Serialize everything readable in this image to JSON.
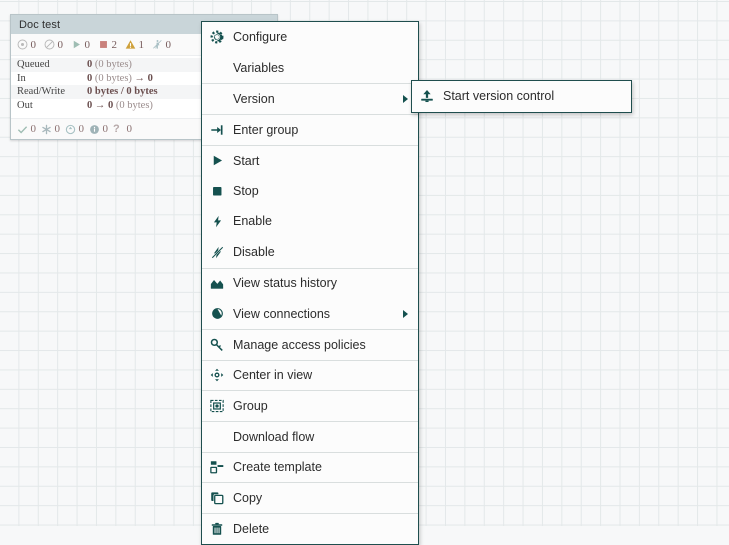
{
  "canvas": {
    "grid_color": "#e3e8e9",
    "background_color": "#f7f8f9"
  },
  "process_group": {
    "title": "Doc test",
    "status_icons": [
      {
        "icon": "transmitting-icon",
        "name": "transmitting",
        "value": "0",
        "color": "#b9b9b9"
      },
      {
        "icon": "not-transmitting-icon",
        "name": "not transmitting",
        "value": "0",
        "color": "#b9b9b9"
      },
      {
        "icon": "running-icon",
        "name": "running",
        "value": "0",
        "color": "#9fbdb3"
      },
      {
        "icon": "stopped-icon",
        "name": "stopped",
        "value": "2",
        "color": "#c9817c"
      },
      {
        "icon": "invalid-icon",
        "name": "invalid",
        "value": "1",
        "color": "#cfa13b"
      },
      {
        "icon": "disabled-icon",
        "name": "disabled",
        "value": "0",
        "color": "#a8bfc4"
      }
    ],
    "details": [
      {
        "label": "Queued",
        "value_html": "<b>0</b> <span class='muted'>(0 bytes)</span>"
      },
      {
        "label": "In",
        "value_html": "<b>0</b> <span class='muted'>(0 bytes)</span> → <b>0</b>"
      },
      {
        "label": "Read/Write",
        "value_html": "<b>0 bytes / 0 bytes</b>"
      },
      {
        "label": "Out",
        "value_html": "<b>0</b> → <b>0</b> <span class='muted'>(0 bytes)</span>"
      }
    ],
    "footer_icons": [
      {
        "icon": "check-icon",
        "name": "valid",
        "value": "0",
        "color": "#9fbdb3"
      },
      {
        "icon": "asterisk-icon",
        "name": "version synced",
        "value": "0",
        "color": "#a8b8bc"
      },
      {
        "icon": "sync-arrow-icon",
        "name": "stale version",
        "value": "0",
        "color": "#a8c2c4"
      },
      {
        "icon": "info-circle-icon",
        "name": "locally modified",
        "value": "0",
        "color": "#9fb3b7"
      },
      {
        "icon": "question-mark-icon",
        "name": "sync failure",
        "value": "0",
        "color": "#b6a8a8"
      }
    ]
  },
  "context_menu": {
    "items": [
      {
        "label": "Configure",
        "icon": "gear-icon",
        "separator_above": false,
        "has_submenu": false
      },
      {
        "label": "Variables",
        "icon": "none",
        "separator_above": false,
        "has_submenu": false
      },
      {
        "label": "Version",
        "icon": "none",
        "separator_above": true,
        "has_submenu": true
      },
      {
        "label": "Enter group",
        "icon": "enter-group-icon",
        "separator_above": true,
        "has_submenu": false
      },
      {
        "label": "Start",
        "icon": "play-icon",
        "separator_above": true,
        "has_submenu": false
      },
      {
        "label": "Stop",
        "icon": "stop-icon",
        "separator_above": false,
        "has_submenu": false
      },
      {
        "label": "Enable",
        "icon": "bolt-icon",
        "separator_above": false,
        "has_submenu": false
      },
      {
        "label": "Disable",
        "icon": "bolt-slash-icon",
        "separator_above": false,
        "has_submenu": false
      },
      {
        "label": "View status history",
        "icon": "chart-icon",
        "separator_above": true,
        "has_submenu": false
      },
      {
        "label": "View connections",
        "icon": "connections-icon",
        "separator_above": false,
        "has_submenu": true
      },
      {
        "label": "Manage access policies",
        "icon": "key-icon",
        "separator_above": true,
        "has_submenu": false
      },
      {
        "label": "Center in view",
        "icon": "crosshair-icon",
        "separator_above": true,
        "has_submenu": false
      },
      {
        "label": "Group",
        "icon": "group-icon",
        "separator_above": true,
        "has_submenu": false
      },
      {
        "label": "Download flow",
        "icon": "none",
        "separator_above": true,
        "has_submenu": false
      },
      {
        "label": "Create template",
        "icon": "template-icon",
        "separator_above": true,
        "has_submenu": false
      },
      {
        "label": "Copy",
        "icon": "copy-icon",
        "separator_above": true,
        "has_submenu": false
      },
      {
        "label": "Delete",
        "icon": "trash-icon",
        "separator_above": true,
        "has_submenu": false
      }
    ]
  },
  "context_submenu": {
    "parent": "Version",
    "items": [
      {
        "label": "Start version control",
        "icon": "upload-icon",
        "has_submenu": false
      }
    ]
  },
  "colors": {
    "menu_border": "#1f4e4e",
    "menu_background": "#fcfcfc",
    "icon_accent": "#15514f",
    "card_header": "#c9d5d9",
    "stopped_red": "#c9817c",
    "invalid_amber": "#cfa13b"
  }
}
